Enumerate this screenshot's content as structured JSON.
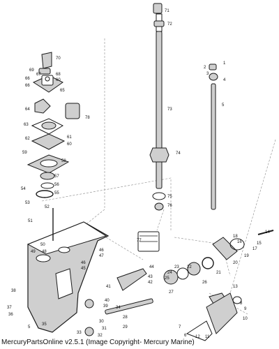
{
  "diagram": {
    "colors": {
      "ink": "#1a1a1a",
      "paper": "#ffffff",
      "mid": "#8a8a8a"
    },
    "part_numbers": {
      "p1": "1",
      "p2": "2",
      "p3": "3",
      "p4": "4",
      "p5": "5",
      "p6": "6",
      "p7": "7",
      "p8": "8",
      "p9": "9",
      "p10": "10",
      "p11": "11",
      "p12": "12",
      "p13": "13",
      "p14": "14",
      "p15": "15",
      "p16": "16",
      "p17": "17",
      "p18": "18",
      "p19": "19",
      "p20": "20",
      "p21": "21",
      "p22": "22",
      "p23": "23",
      "p24": "24",
      "p25": "25",
      "p26": "26",
      "p27": "27",
      "p28": "28",
      "p29": "29",
      "p30": "30",
      "p31": "31",
      "p32": "32",
      "p33": "33",
      "p34": "34",
      "p35": "35",
      "p36": "36",
      "p37": "37",
      "p38": "38",
      "p39": "39",
      "p40": "40",
      "p41": "41",
      "p42": "42",
      "p43": "43",
      "p44": "44",
      "p45": "45",
      "p46": "46",
      "p47": "47",
      "p48": "48",
      "p49": "49",
      "p50": "50",
      "p51": "51",
      "p52": "52",
      "p53": "53",
      "p54": "54",
      "p55": "55",
      "p56": "56",
      "p57": "57",
      "p58": "58",
      "p59": "59",
      "p60": "60",
      "p61": "61",
      "p62": "62",
      "p63": "63",
      "p64": "64",
      "p65": "65",
      "p66": "66",
      "p67": "67",
      "p68": "68",
      "p69": "69",
      "p70": "70",
      "p71": "71",
      "p72": "72",
      "p73": "73",
      "p74": "74",
      "p75": "75",
      "p76": "76",
      "p77": "77",
      "p78": "78",
      "p60b": "60",
      "p66b": "66",
      "p5b": "5"
    }
  },
  "footer": {
    "caption": "MercuryPartsOnline v2.5.1 (Image Copyright- Mercury Marine)"
  }
}
